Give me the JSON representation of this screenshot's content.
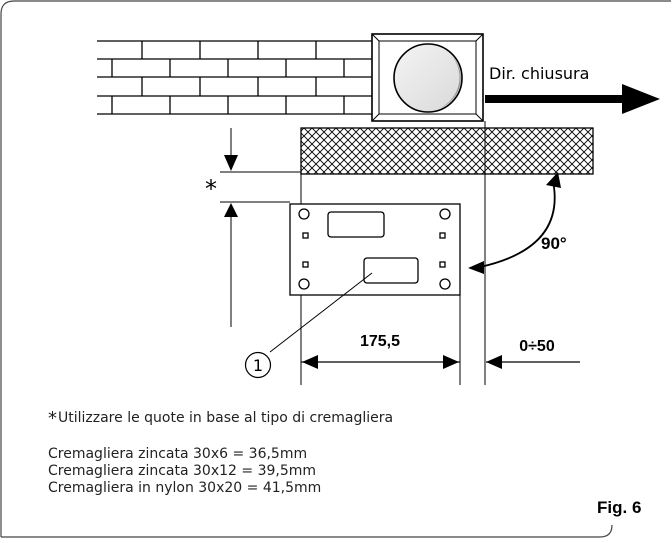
{
  "direction_label": "Dir.  chiusura",
  "star_symbol": "*",
  "angle_label": "90°",
  "dim_175": "175,5",
  "dim_range": "0÷50",
  "callout_number": "1",
  "note": {
    "star": "*",
    "text": "Utilizzare le quote in base al tipo di cremagliera"
  },
  "rack_lines": [
    "Cremagliera zincata 30x6 = 36,5mm",
    "Cremagliera zincata 30x12 = 39,5mm",
    "Cremagliera in nylon 30x20 = 41,5mm"
  ],
  "figure_label": "Fig. 6"
}
